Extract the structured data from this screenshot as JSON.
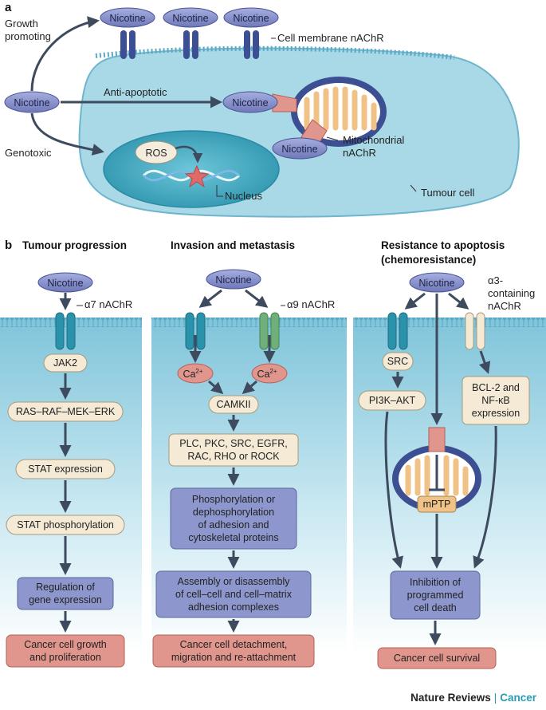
{
  "panel_a": {
    "label": "a",
    "nicotine": "Nicotine",
    "growth_promoting": [
      "Growth",
      "promoting"
    ],
    "anti_apoptotic": "Anti-apoptotic",
    "genotoxic": "Genotoxic",
    "cell_membrane_nachr": "Cell membrane nAChR",
    "mitochondrial_nachr": [
      "Mitochondrial",
      "nAChR"
    ],
    "ros": "ROS",
    "nucleus": "Nucleus",
    "tumour_cell": "Tumour cell"
  },
  "panel_b": {
    "label": "b",
    "col1": {
      "header": "Tumour progression",
      "nicotine": "Nicotine",
      "receptor": "α7 nAChR",
      "jak2": "JAK2",
      "ras": "RAS–RAF–MEK–ERK",
      "stat_expr": "STAT expression",
      "stat_phos": "STAT phosphorylation",
      "regulation": [
        "Regulation of",
        "gene expression"
      ],
      "outcome": [
        "Cancer cell growth",
        "and proliferation"
      ]
    },
    "col2": {
      "header": "Invasion and metastasis",
      "nicotine": "Nicotine",
      "receptor": "α9 nAChR",
      "ca": "Ca",
      "ca_sup": "2+",
      "camkii": "CAMKII",
      "kinases": [
        "PLC, PKC, SRC, EGFR,",
        "RAC, RHO or ROCK"
      ],
      "phospho": [
        "Phosphorylation or",
        "dephosphorylation",
        "of adhesion and",
        "cytoskeletal proteins"
      ],
      "assembly": [
        "Assembly or disassembly",
        "of cell–cell and cell–matrix",
        "adhesion complexes"
      ],
      "outcome": [
        "Cancer cell detachment,",
        "migration and re-attachment"
      ]
    },
    "col3": {
      "header": [
        "Resistance to apoptosis",
        "(chemoresistance)"
      ],
      "nicotine": "Nicotine",
      "receptor": [
        "α3-",
        "containing",
        "nAChR"
      ],
      "src": "SRC",
      "pi3k": "PI3K–AKT",
      "bcl2": [
        "BCL-2 and",
        "NF-κB",
        "expression"
      ],
      "mptp": "mPTP",
      "inhibition": [
        "Inhibition of",
        "programmed",
        "cell death"
      ],
      "outcome": "Cancer cell survival"
    }
  },
  "footer": {
    "journal": "Nature Reviews",
    "separator": "|",
    "section": "Cancer"
  },
  "colors": {
    "cell": "#a9d8e6",
    "nucleus": "#3fa8bf",
    "nicotine": "#7d86c2",
    "receptor": "#3b4f92",
    "arrow": "#3e4a5e",
    "box_tan": "#f5ead6",
    "box_blue": "#8d97cd",
    "box_red": "#e0968d"
  }
}
